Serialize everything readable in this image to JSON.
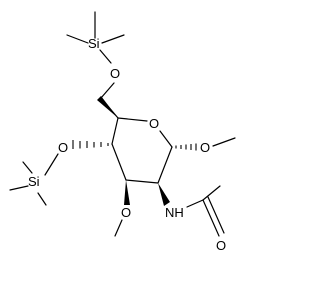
{
  "molecule": {
    "atoms": {
      "si_top": "Si",
      "o_top": "O",
      "o_ring": "O",
      "o_anomeric": "O",
      "o_c4": "O",
      "si_left": "Si",
      "o_c3": "O",
      "nh": "NH",
      "o_carbonyl": "O"
    },
    "stereo_bonds": {
      "c5_c6": "wedge",
      "c4_o4": "hash",
      "c3_o3": "wedge",
      "c2_n": "wedge",
      "c1_o1": "hash"
    }
  },
  "colors": {
    "stroke": "#000000",
    "background": "#ffffff"
  }
}
